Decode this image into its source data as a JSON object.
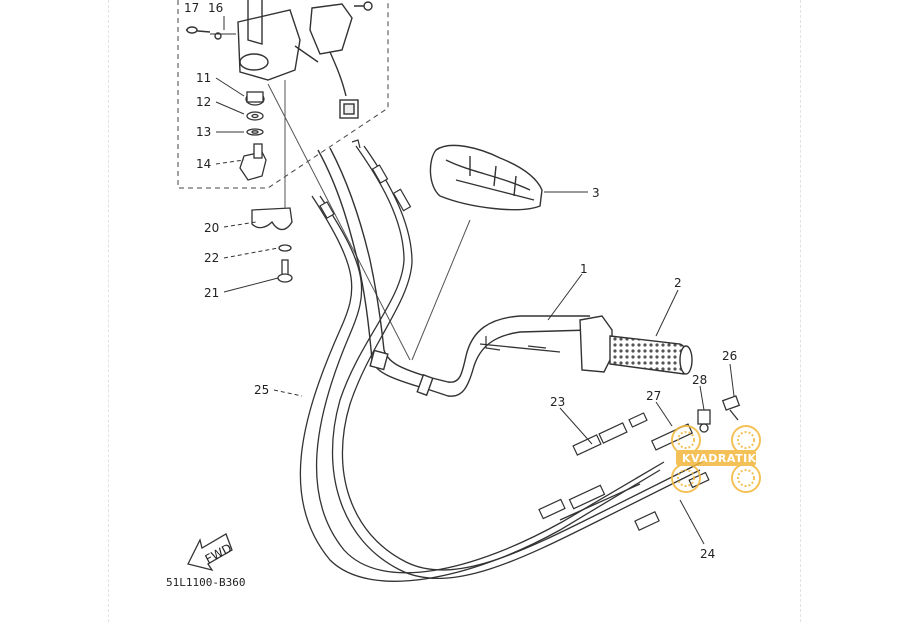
{
  "diagram": {
    "part_labels": [
      {
        "id": "17",
        "text": "17"
      },
      {
        "id": "16",
        "text": "16"
      },
      {
        "id": "11",
        "text": "11"
      },
      {
        "id": "12",
        "text": "12"
      },
      {
        "id": "13",
        "text": "13"
      },
      {
        "id": "14",
        "text": "14"
      },
      {
        "id": "20",
        "text": "20"
      },
      {
        "id": "22",
        "text": "22"
      },
      {
        "id": "21",
        "text": "21"
      },
      {
        "id": "25",
        "text": "25"
      },
      {
        "id": "3",
        "text": "3"
      },
      {
        "id": "1",
        "text": "1"
      },
      {
        "id": "2",
        "text": "2"
      },
      {
        "id": "26",
        "text": "26"
      },
      {
        "id": "28",
        "text": "28"
      },
      {
        "id": "27",
        "text": "27"
      },
      {
        "id": "23",
        "text": "23"
      },
      {
        "id": "24",
        "text": "24"
      }
    ],
    "direction_label": "FWD",
    "diagram_code": "51L1100-B360",
    "watermark_text": "KVADRATIK",
    "colors": {
      "line": "#333333",
      "watermark": "#f2b73a"
    }
  }
}
